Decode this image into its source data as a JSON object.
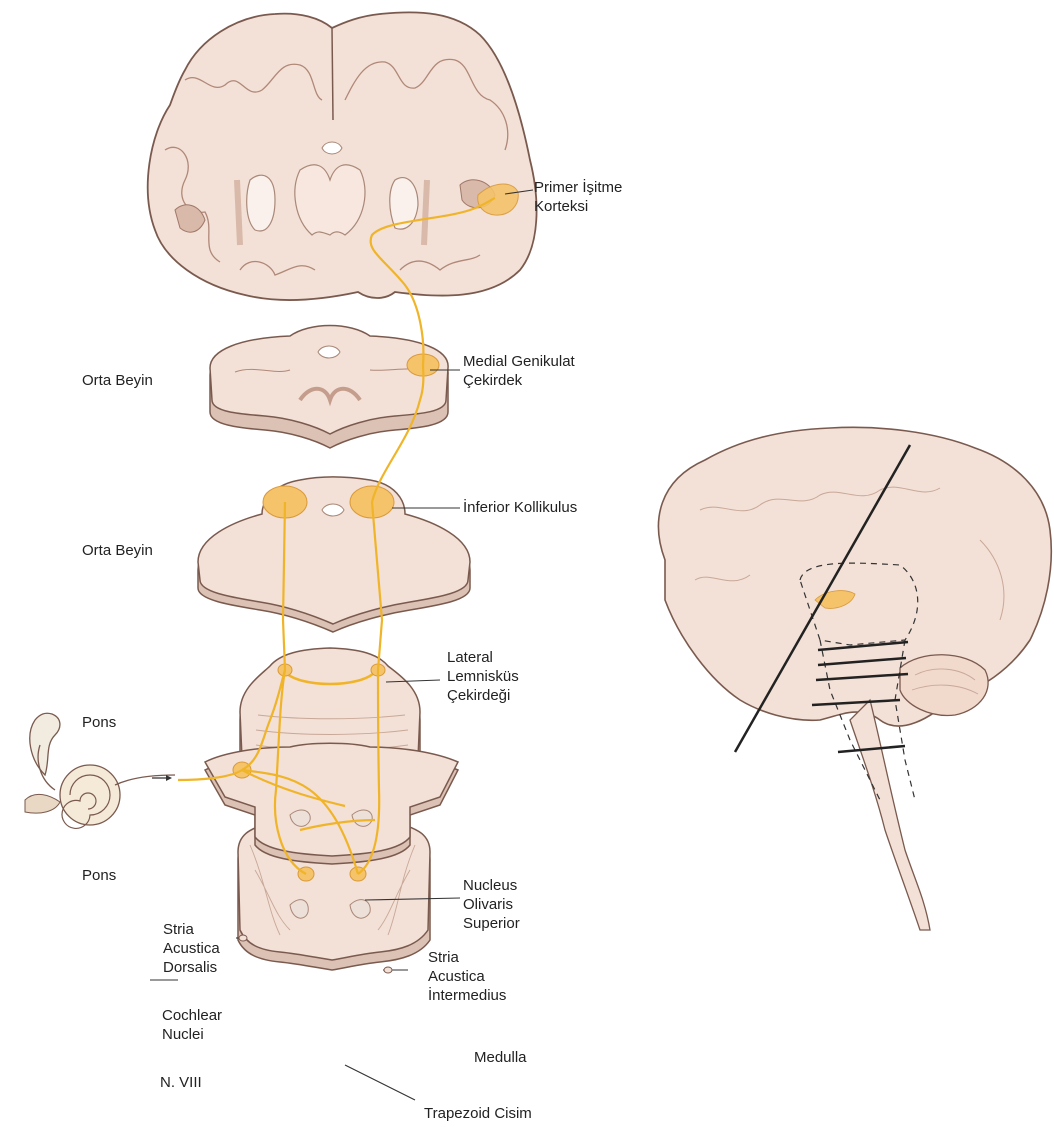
{
  "colors": {
    "tissue": "#f3e0d6",
    "tissue_shadow": "#dcc2b4",
    "outline": "#7a5a4e",
    "pathway": "#f0b429",
    "nucleus": "#f5c36a",
    "ventricle": "#ffffff",
    "line": "#333333"
  },
  "labels": {
    "primer": [
      "Primer İşitme",
      "Korteksi"
    ],
    "medial": [
      "Medial Genikulat",
      "Çekirdek"
    ],
    "inferior": [
      "İnferior Kollikulus"
    ],
    "lateral": [
      "Lateral",
      "Lemnisküs",
      "Çekirdeği"
    ],
    "nucleus_olivaris": [
      "Nucleus",
      "Olivaris",
      "Superior"
    ],
    "stria_dorsalis": [
      "Stria",
      "Acustica",
      "Dorsalis"
    ],
    "stria_intermedius": [
      "Stria",
      "Acustica",
      "İntermedius"
    ],
    "cochlear": [
      "Cochlear",
      "Nuclei"
    ],
    "medulla": "Medulla",
    "nviii": "N. VIII",
    "trapezoid": "Trapezoid Cisim",
    "orta_beyin_1": "Orta Beyin",
    "orta_beyin_2": "Orta Beyin",
    "pons_1": "Pons",
    "pons_2": "Pons"
  }
}
